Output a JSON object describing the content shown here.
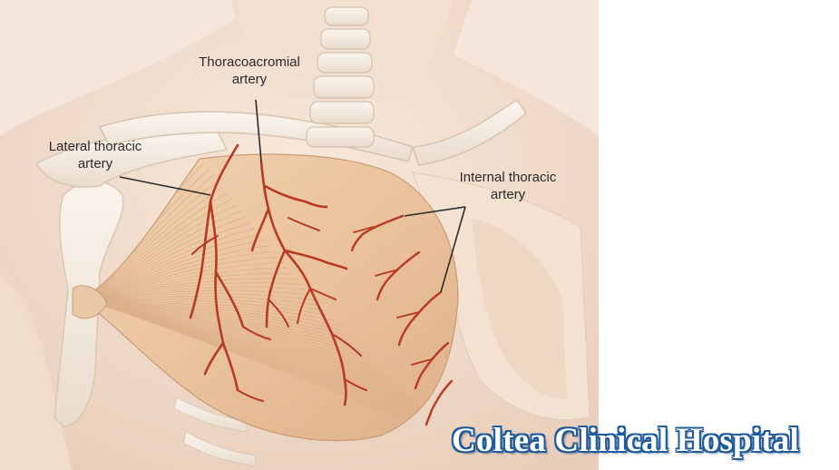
{
  "labels": {
    "thoracoacromial": [
      "Thoracoacromial",
      "artery"
    ],
    "lateral_thoracic": [
      "Lateral thoracic",
      "artery"
    ],
    "internal_thoracic": [
      "Internal thoracic",
      "artery"
    ]
  },
  "watermark": "Coltea Clinical Hospital",
  "colors": {
    "skin": "#f1dfcf",
    "bone": "#f6eee4",
    "muscle": "#ecc9a5",
    "artery": "#b83a22",
    "leader": "#2b2b2b",
    "watermark": "#1f5a9a"
  }
}
